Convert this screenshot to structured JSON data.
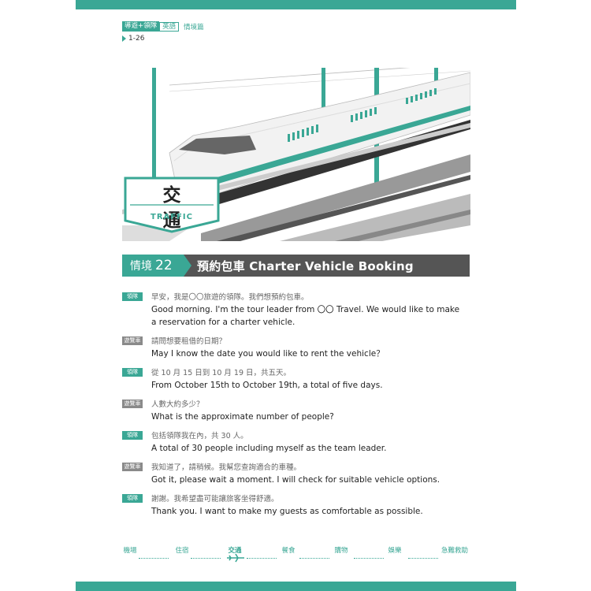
{
  "header": {
    "tag_guide": "導遊+領隊",
    "tag_lang": "英語",
    "tag_section": "情境篇",
    "track": "1-26"
  },
  "badge": {
    "title": "交通",
    "subtitle": "TRAFFIC"
  },
  "scene": {
    "label": "情境",
    "number": "22",
    "title": "預約包車 Charter Vehicle Booking"
  },
  "colors": {
    "accent": "#3aa795",
    "dark_bar": "#555555",
    "driver_tag": "#8a8a8a"
  },
  "dialogue": [
    {
      "speaker": "領隊",
      "role": "leader",
      "zh": "早安，我是〇〇旅遊的領隊。我們想預約包車。",
      "en": "Good morning. I'm the tour leader from 〇〇 Travel. We would like to make a reservation for a charter vehicle."
    },
    {
      "speaker": "遊覽車",
      "role": "driver",
      "zh": "請問想要租借的日期？",
      "en": "May I know the date you would like to rent the vehicle？"
    },
    {
      "speaker": "領隊",
      "role": "leader",
      "zh": "從 10 月 15 日到 10 月 19 日，共五天。",
      "en": "From October 15th to October 19th, a total of five days."
    },
    {
      "speaker": "遊覽車",
      "role": "driver",
      "zh": "人數大約多少？",
      "en": "What is the approximate number of people?"
    },
    {
      "speaker": "領隊",
      "role": "leader",
      "zh": "包括領隊我在內，共 30 人。",
      "en": "A total of 30 people including myself as the team leader."
    },
    {
      "speaker": "遊覽車",
      "role": "driver",
      "zh": "我知道了，請稍候。我幫您查詢適合的車種。",
      "en": "Got it, please wait a moment. I will check for suitable vehicle options."
    },
    {
      "speaker": "領隊",
      "role": "leader",
      "zh": "謝謝。我希望盡可能讓旅客坐得舒適。",
      "en": "Thank you. I want to make my guests as comfortable as possible."
    }
  ],
  "footer_nav": [
    "機場",
    "住宿",
    "交通",
    "餐食",
    "購物",
    "娛樂",
    "急難救助"
  ],
  "footer_active": "交通"
}
